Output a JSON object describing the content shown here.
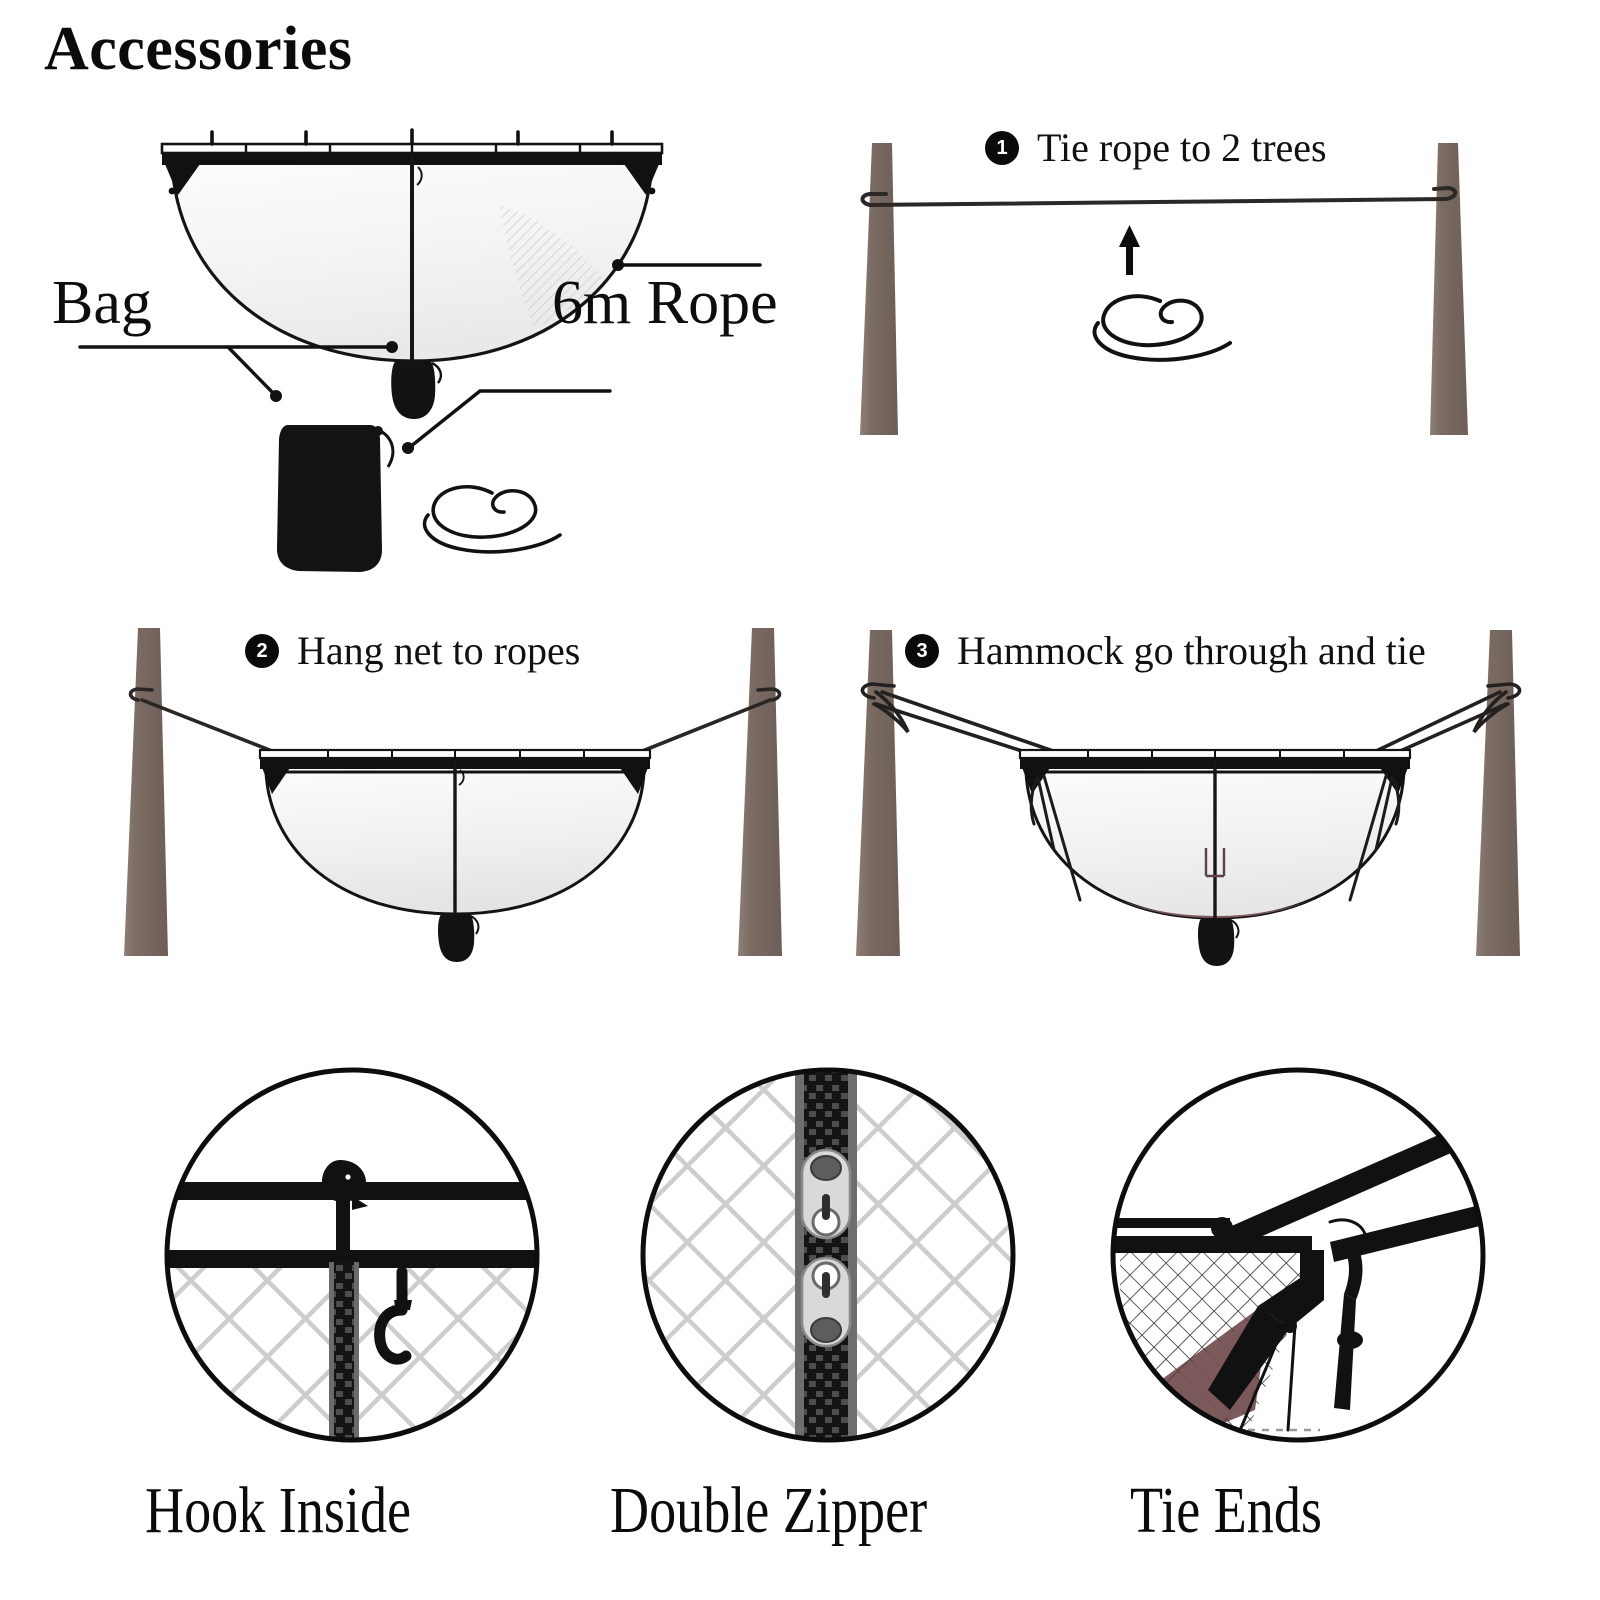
{
  "title": "Accessories",
  "colors": {
    "ink": "#0b0b0b",
    "trunk": "#7a6b63",
    "trunk_highlight": "#8e7f76",
    "net_fill": "#f0f0f0",
    "net_fill_light": "#fbfbfb",
    "hammock": "#7d5a5c",
    "mesh_light": "#cfcfcf",
    "zipper_dark": "#1a1a1a",
    "zipper_teeth": "#4a4a4a",
    "slider_silver": "#d8d8d8",
    "background": "#ffffff"
  },
  "accessories": {
    "labels": [
      {
        "id": "bag",
        "text": "Bag",
        "points_to": "stuff-sack"
      },
      {
        "id": "rope",
        "text": "6m Rope",
        "points_to": "coiled-rope"
      }
    ],
    "items": [
      {
        "name": "mosquito-net",
        "shape": "half-ellipse-canopy",
        "hook_tabs": 5
      },
      {
        "name": "stuff-sack",
        "shape": "drawstring-bag",
        "color": "#111111"
      },
      {
        "name": "coiled-rope",
        "shape": "spiral-coil",
        "length": "6m"
      }
    ]
  },
  "steps": [
    {
      "number": "1",
      "text": "Tie rope to 2 trees",
      "trees": 2,
      "has_arrow": true,
      "has_coiled_rope": true
    },
    {
      "number": "2",
      "text": "Hang net to ropes",
      "trees": 2,
      "has_net": true
    },
    {
      "number": "3",
      "text": "Hammock go through and tie",
      "trees": 2,
      "has_net": true,
      "has_hammock": true
    }
  ],
  "details": [
    {
      "id": "hook-inside",
      "caption": "Hook Inside",
      "features": [
        "ridge-bar",
        "zipper-track",
        "mesh",
        "s-hook"
      ]
    },
    {
      "id": "double-zipper",
      "caption": "Double Zipper",
      "features": [
        "zipper-track",
        "mesh",
        "two-sliders"
      ]
    },
    {
      "id": "tie-ends",
      "caption": "Tie Ends",
      "features": [
        "mesh-corner",
        "hammock-edge",
        "ropes",
        "cord-lock"
      ]
    }
  ]
}
